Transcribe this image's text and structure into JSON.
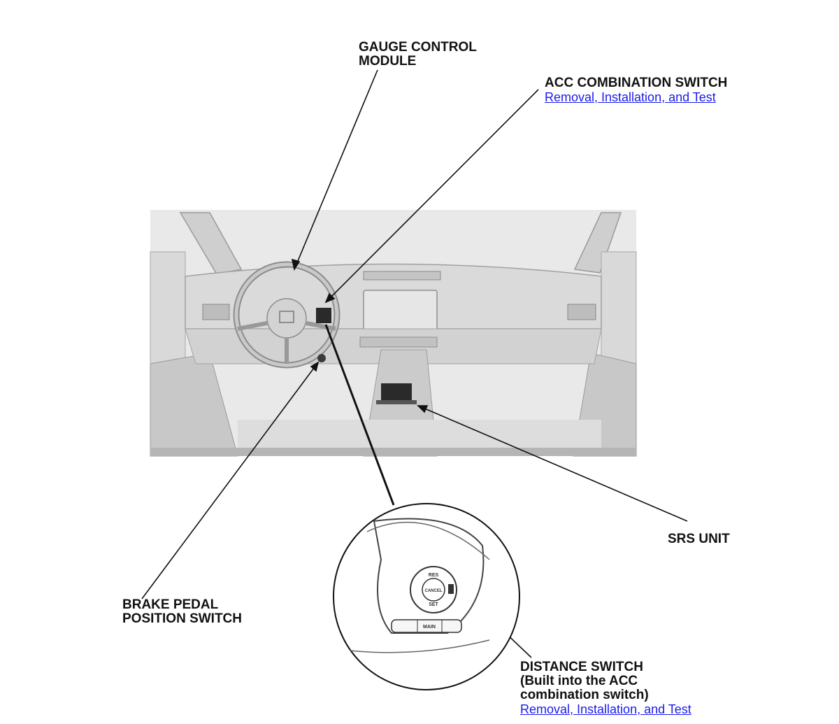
{
  "labels": {
    "gauge_control_module": [
      "GAUGE CONTROL",
      "MODULE"
    ],
    "acc_combination_switch": {
      "title": "ACC COMBINATION SWITCH",
      "link": "Removal, Installation, and Test"
    },
    "srs_unit": "SRS UNIT",
    "brake_pedal_position_switch": [
      "BRAKE PEDAL",
      "POSITION SWITCH"
    ],
    "distance_switch": {
      "lines": [
        "DISTANCE SWITCH",
        "(Built into the ACC",
        "combination switch)"
      ],
      "link": "Removal, Installation, and Test"
    }
  },
  "detail_buttons": {
    "res": "RES",
    "cancel": "CANCEL",
    "set": "SET",
    "main": "MAIN"
  },
  "colors": {
    "link": "#1a1aee",
    "interior_fill": "#d7d7d7",
    "interior_dark": "#9a9a9a",
    "component_highlight": "#2a2a2a",
    "leader_line": "#111111"
  }
}
